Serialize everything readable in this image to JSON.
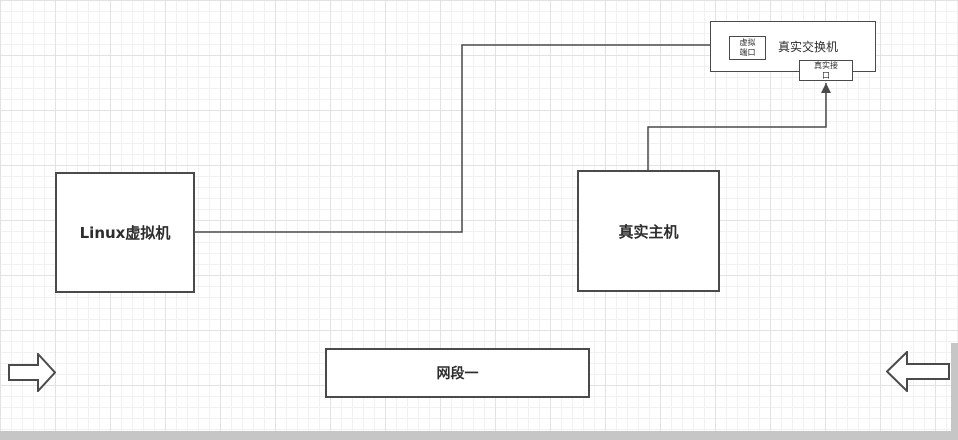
{
  "diagram": {
    "nodes": {
      "linux_vm": {
        "label": "Linux虚拟机",
        "type": "rectangle"
      },
      "real_host": {
        "label": "真实主机",
        "type": "rectangle"
      },
      "real_switch": {
        "label": "真实交换机",
        "type": "rectangle"
      },
      "virtual_port": {
        "label": "虚拟端口",
        "type": "small-rectangle"
      },
      "real_interface": {
        "label": "真实接口",
        "type": "small-rectangle"
      },
      "network_segment": {
        "label": "网段一",
        "type": "rectangle"
      }
    },
    "connectors": [
      {
        "from": "linux_vm",
        "to": "virtual_port",
        "arrow": "end"
      },
      {
        "from": "real_host",
        "to": "real_interface",
        "arrow": "end"
      }
    ],
    "shapes": [
      {
        "name": "block-arrow-bottom-left",
        "direction": "right"
      },
      {
        "name": "block-arrow-bottom-right",
        "direction": "left"
      }
    ],
    "colors": {
      "node_border": "#4a4a4a",
      "node_fill": "#ffffff",
      "connector": "#4a4a4a",
      "grid_minor": "#f1f1f1",
      "grid_major": "#e2e2e2",
      "canvas_edge": "#c6c6c6"
    }
  }
}
